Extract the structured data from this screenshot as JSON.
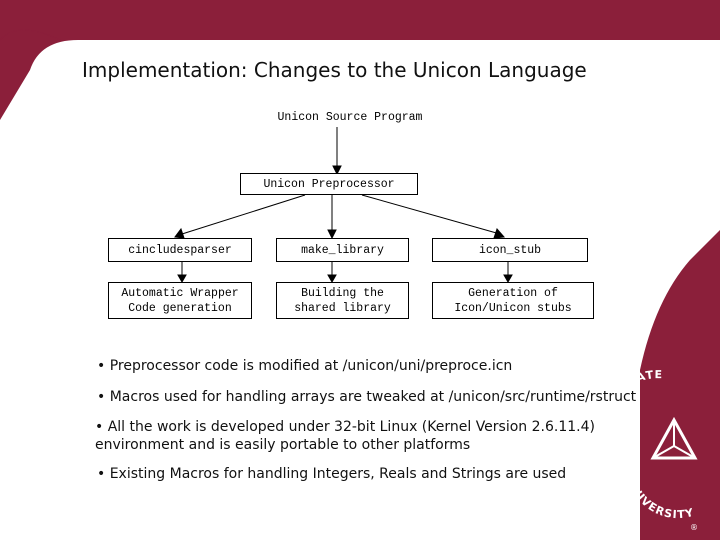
{
  "slide": {
    "title": "Implementation: Changes to the Unicon Language"
  },
  "diagram": {
    "source": "Unicon Source Program",
    "preprocessor": "Unicon Preprocessor",
    "components": [
      {
        "name": "cincludesparser",
        "output": "Automatic Wrapper\nCode generation"
      },
      {
        "name": "make_library",
        "output": "Building the\nshared library"
      },
      {
        "name": "icon_stub",
        "output": "Generation of\nIcon/Unicon stubs"
      }
    ]
  },
  "bullets": [
    "• Preprocessor code is modified at /unicon/uni/preproce.icn",
    "• Macros used for handling arrays are tweaked at /unicon/src/runtime/rstruct.r",
    "• All the work is developed under 32-bit Linux (Kernel Version 2.6.11.4) environment and is easily portable to other platforms",
    "• Existing Macros for handling Integers, Reals and Strings are used"
  ],
  "logo": {
    "text": "NEW MEXICO STATE UNIVERSITY",
    "mark": "®"
  },
  "colors": {
    "maroon": "#8b1f3a",
    "logo_white": "#ffffff"
  }
}
